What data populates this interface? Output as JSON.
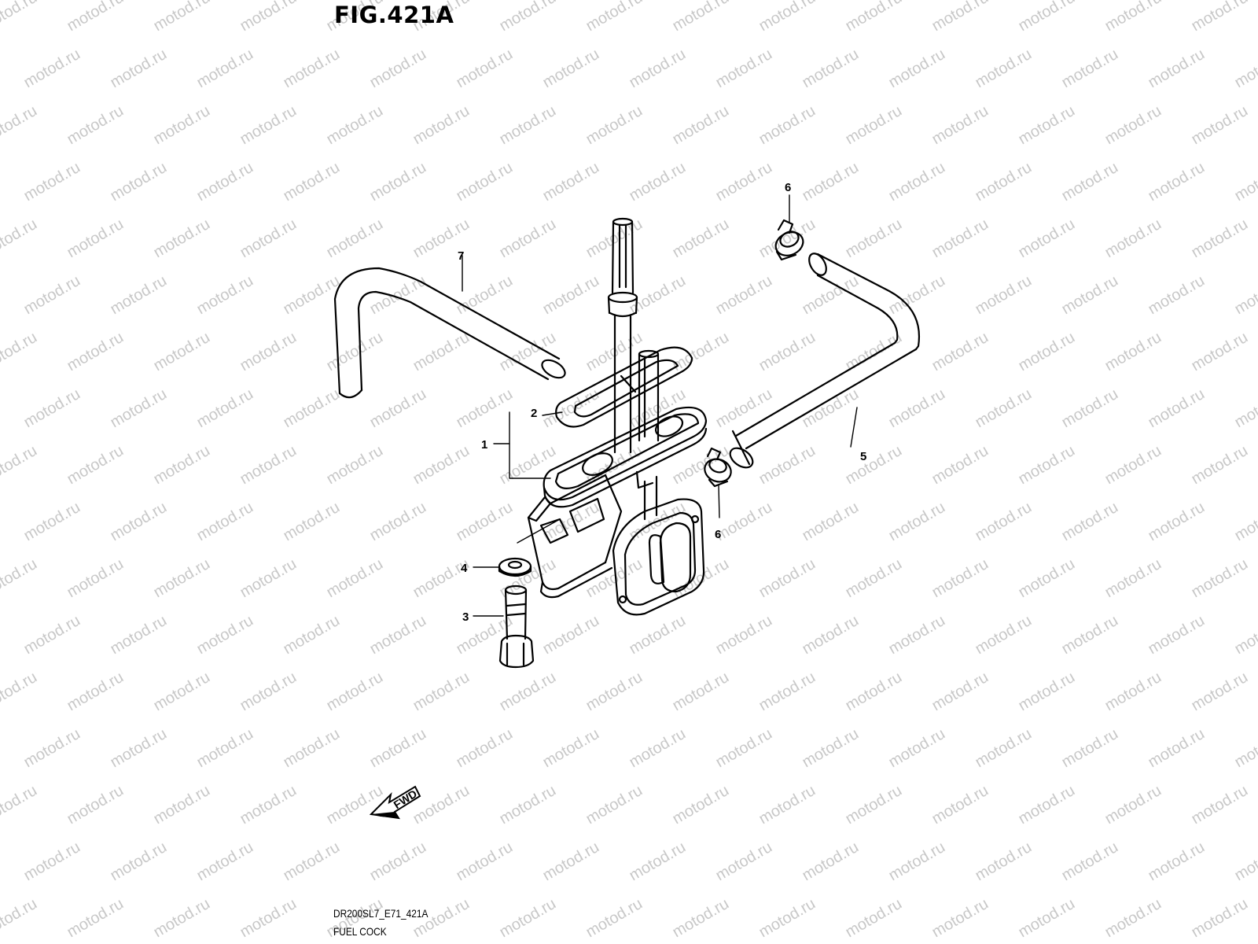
{
  "figure": {
    "title": "FIG.421A",
    "code": "DR200SL7_E71_421A",
    "name": "FUEL COCK"
  },
  "watermark": {
    "text": "motod.ru",
    "color": "#c8c8c8"
  },
  "fwd_label": "FWD",
  "callouts": [
    {
      "id": "c1",
      "text": "1"
    },
    {
      "id": "c2",
      "text": "2"
    },
    {
      "id": "c3",
      "text": "3"
    },
    {
      "id": "c4",
      "text": "4"
    },
    {
      "id": "c5",
      "text": "5"
    },
    {
      "id": "c6a",
      "text": "6"
    },
    {
      "id": "c6b",
      "text": "6"
    },
    {
      "id": "c7",
      "text": "7"
    }
  ],
  "colors": {
    "line": "#000000",
    "background": "#ffffff"
  }
}
